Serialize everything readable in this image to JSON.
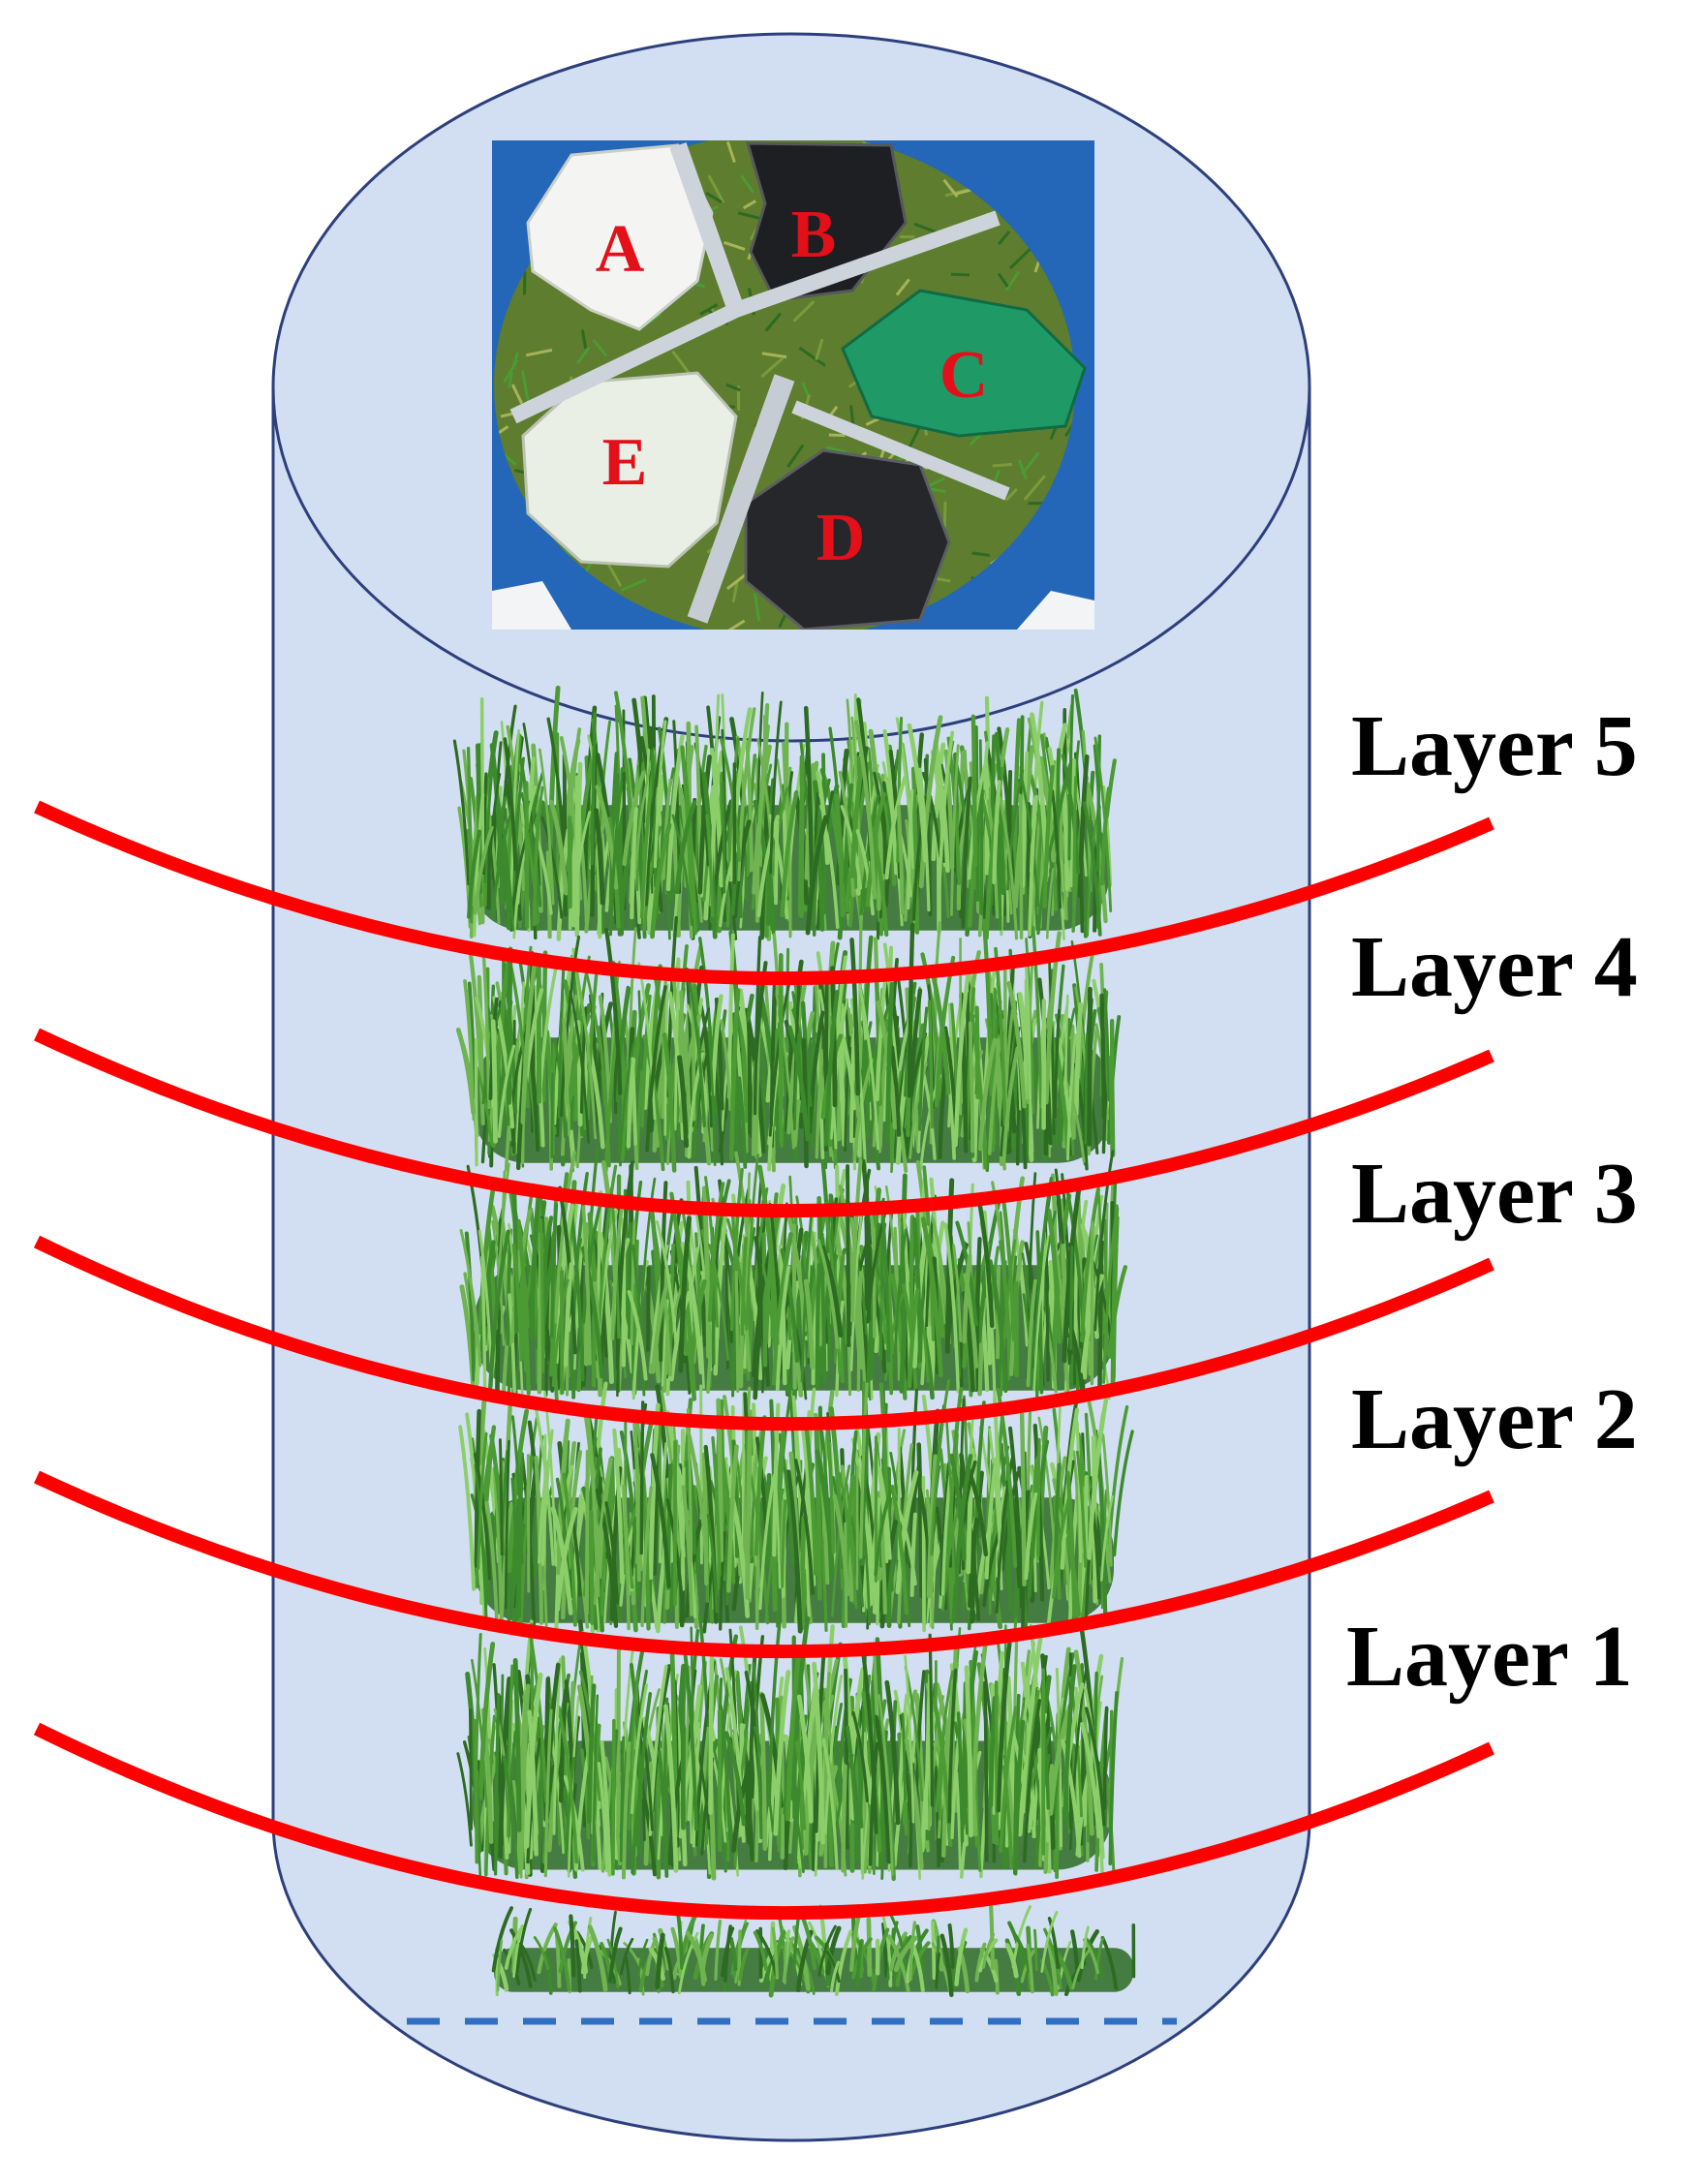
{
  "photo": {
    "bags": [
      {
        "label": "A",
        "color": "#f4f5f2"
      },
      {
        "label": "B",
        "color": "#1d1f22"
      },
      {
        "label": "C",
        "color": "#1f9a66"
      },
      {
        "label": "D",
        "color": "#25272b"
      },
      {
        "label": "E",
        "color": "#e9efe4"
      }
    ]
  },
  "layers": [
    {
      "label": "Layer 5"
    },
    {
      "label": "Layer 4"
    },
    {
      "label": "Layer 3"
    },
    {
      "label": "Layer 2"
    },
    {
      "label": "Layer 1"
    }
  ],
  "colors": {
    "cylinder_fill": "#d2dff2",
    "cylinder_stroke": "#2d3f7c",
    "cut_line": "#ff0000",
    "grass_dark": "#2d6b22",
    "grass_mid": "#4c9a34",
    "grass_light": "#8ccf6a",
    "base_dash": "#2e6fc4",
    "photo_letter": "#e3101a"
  }
}
